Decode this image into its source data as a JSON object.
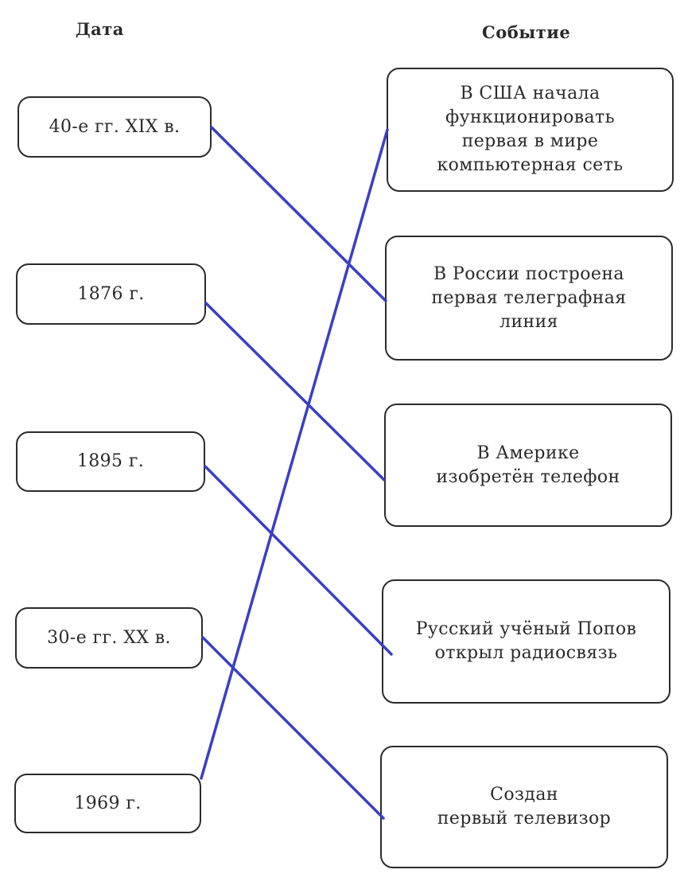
{
  "headings": {
    "date": "Дата",
    "event": "Событие"
  },
  "dates": [
    "40-е гг. XIX в.",
    "1876 г.",
    "1895 г.",
    "30-е гг. XX в.",
    "1969 г."
  ],
  "events": [
    "В США начала\nфункционировать\nпервая в мире\nкомпьютерная сеть",
    "В России построена\nпервая телеграфная\nлиния",
    "В Америке\nизобретён телефон",
    "Русский учёный Попов\nоткрыл радиосвязь",
    "Создан\nпервый телевизор"
  ],
  "matches": [
    {
      "date": 0,
      "event": 1
    },
    {
      "date": 1,
      "event": 2
    },
    {
      "date": 2,
      "event": 3
    },
    {
      "date": 3,
      "event": 4
    },
    {
      "date": 4,
      "event": 0
    }
  ],
  "colors": {
    "line": "#3a3fc6",
    "border": "#2b2b2b",
    "text": "#2a2a2a"
  }
}
